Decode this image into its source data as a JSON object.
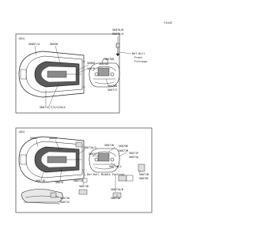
{
  "page": {
    "code": "Y1cUC",
    "background": "#ffffff",
    "ink": "#111111",
    "shade": "#5a5a5a"
  },
  "panels": {
    "top": {
      "label": "(EU)",
      "parts": [
        {
          "id": "p01",
          "text": "56067/A"
        },
        {
          "id": "p02",
          "text": "56030"
        },
        {
          "id": "p03",
          "text": "56070B"
        },
        {
          "id": "p04",
          "text": "56068"
        },
        {
          "id": "p05",
          "text": "56070A"
        },
        {
          "id": "p06",
          "text": "56070"
        },
        {
          "id": "p07",
          "text": "56071S/T/U/V/W/X"
        },
        {
          "id": "p08",
          "text": "56070D"
        },
        {
          "id": "p09",
          "text": "56071T"
        },
        {
          "id": "p10",
          "text": "56070/B"
        },
        {
          "id": "p11",
          "text": "56070/A"
        }
      ],
      "reference": [
        "Ref.Hull",
        "Front",
        "Fittings"
      ]
    },
    "bottom": {
      "label": "(AU)",
      "parts": [
        {
          "id": "q01",
          "text": "56067"
        },
        {
          "id": "q02",
          "text": "56030"
        },
        {
          "id": "q03",
          "text": "56071U/V"
        },
        {
          "id": "q04",
          "text": "56071N"
        },
        {
          "id": "q05",
          "text": "56070K"
        },
        {
          "id": "q06",
          "text": "56071M"
        },
        {
          "id": "q07",
          "text": "56071P"
        },
        {
          "id": "q08",
          "text": "56071Q"
        },
        {
          "id": "q09",
          "text": "56071"
        },
        {
          "id": "q10",
          "text": "56071K/L"
        },
        {
          "id": "q11",
          "text": "56071B"
        },
        {
          "id": "q12",
          "text": "56070C"
        },
        {
          "id": "q13",
          "text": "56071D"
        },
        {
          "id": "q14",
          "text": "56070"
        },
        {
          "id": "q15",
          "text": "56071B"
        },
        {
          "id": "q16",
          "text": "56071S"
        },
        {
          "id": "q17",
          "text": "56071A/B"
        },
        {
          "id": "q18",
          "text": "56071U"
        },
        {
          "id": "q19",
          "text": "56071R"
        },
        {
          "id": "q20",
          "text": "56071V"
        }
      ],
      "reference": "Ref.Hull Middle Fittings"
    }
  }
}
